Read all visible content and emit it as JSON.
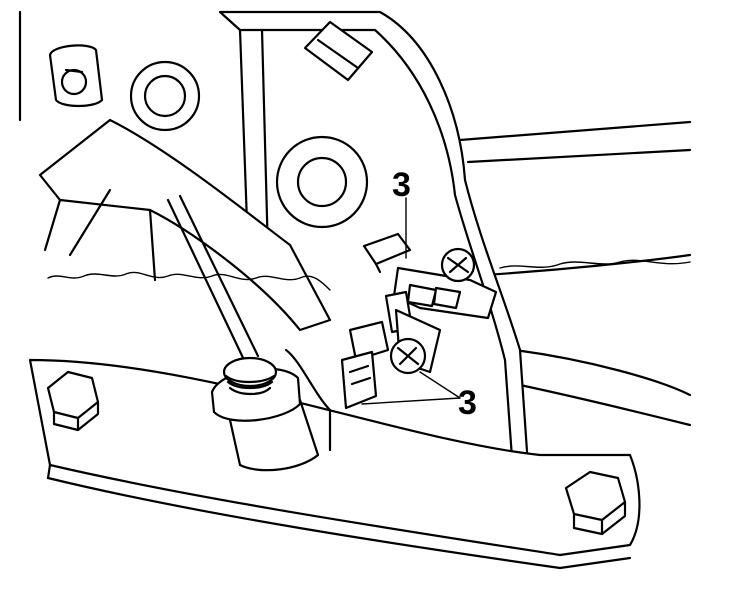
{
  "diagram": {
    "callouts": [
      {
        "id": "callout-top",
        "label": "3"
      },
      {
        "id": "callout-bottom",
        "label": "3"
      }
    ]
  }
}
